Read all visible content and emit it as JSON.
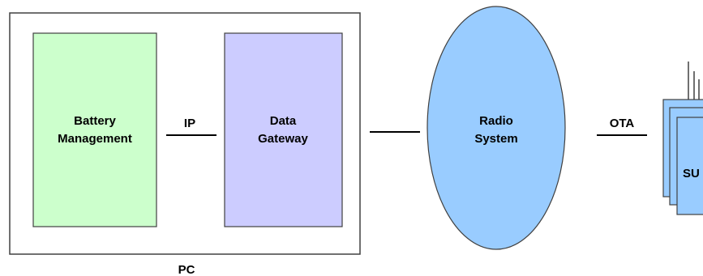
{
  "pc": {
    "label": "PC",
    "battery_management": {
      "line1": "Battery",
      "line2": "Management",
      "fill": "#ccffcc"
    },
    "data_gateway": {
      "line1": "Data",
      "line2": "Gateway",
      "fill": "#ccccff"
    }
  },
  "links": {
    "bm_to_gateway": "IP",
    "radio_to_su": "OTA"
  },
  "radio_system": {
    "line1": "Radio",
    "line2": "System",
    "fill": "#99ccff"
  },
  "subscriber_units": {
    "label": "SU",
    "fill": "#99ccff"
  }
}
